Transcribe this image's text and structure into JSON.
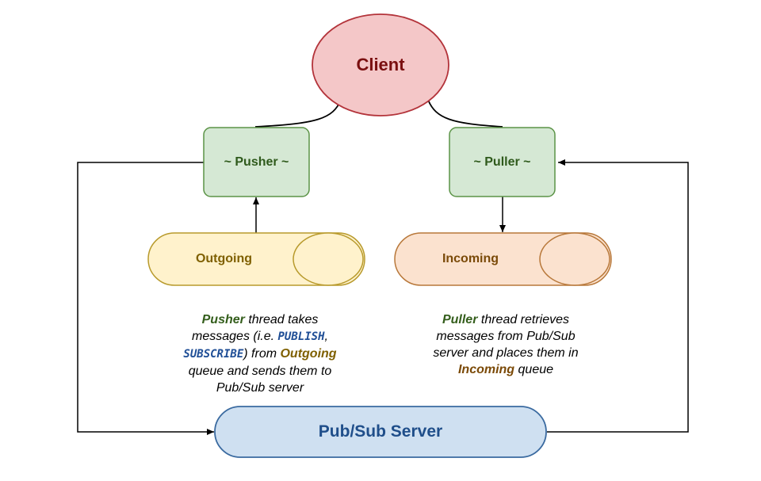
{
  "nodes": {
    "client": "Client",
    "pusher": "~ Pusher ~",
    "puller": "~ Puller ~",
    "outgoing": "Outgoing",
    "incoming": "Incoming",
    "server": "Pub/Sub Server"
  },
  "pusher_desc": {
    "subject": "Pusher",
    "t1": " thread takes",
    "t2": "messages (i.e. ",
    "kw1": "PUBLISH",
    "t3": ",",
    "kw2": "SUBSCRIBE",
    "t4": ") from ",
    "queue": "Outgoing",
    "t5": "queue and sends them to",
    "t6": "Pub/Sub server"
  },
  "puller_desc": {
    "subject": "Puller",
    "t1": " thread retrieves",
    "t2": "messages from Pub/Sub",
    "t3": "server and places them in",
    "queue": "Incoming",
    "t4": " queue"
  },
  "colors": {
    "client_fill": "#f4c7c8",
    "client_stroke": "#b3333a",
    "client_text": "#7a0f10",
    "thread_fill": "#d5e8d4",
    "thread_stroke": "#5b9346",
    "thread_text": "#2f5a1c",
    "outgoing_fill": "#fff2cc",
    "outgoing_stroke": "#b89a2c",
    "outgoing_text": "#7f6000",
    "incoming_fill": "#fbe2cf",
    "incoming_stroke": "#b8783a",
    "incoming_text": "#7a4a08",
    "server_fill": "#cfe0f1",
    "server_stroke": "#3a6aa0",
    "server_text": "#1f4e8a"
  }
}
